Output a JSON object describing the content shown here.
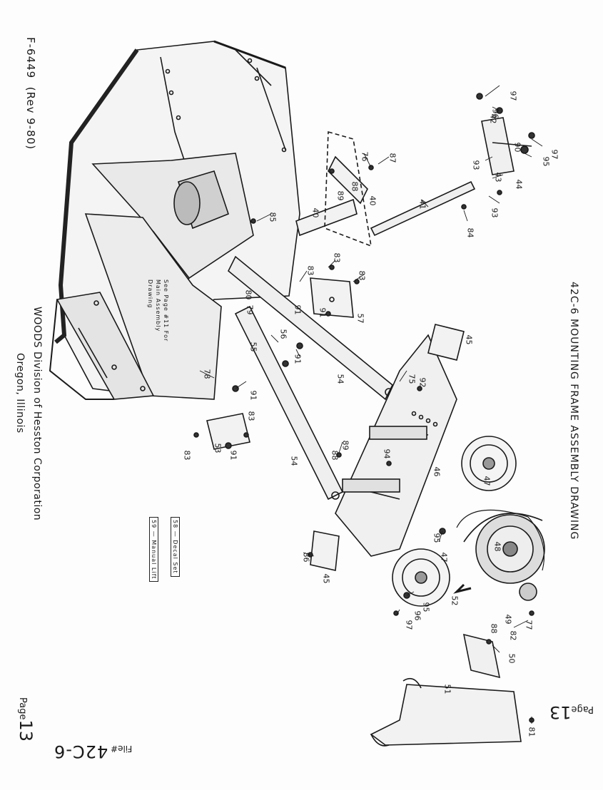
{
  "document": {
    "form_number": "F-6449",
    "revision": "(Rev 9-80)",
    "title": "42C-6 MOUNTING FRAME ASSEMBLY DRAWING",
    "company_line1": "WOODS Division of Hesston Corporation",
    "company_line2": "Oregon, Illinois",
    "page_label_left": "Page",
    "page_number": "13",
    "page_label_right": "Page",
    "page_number_right": "13",
    "file_label": "File#",
    "file_number": "42C-6",
    "note": "See Page #11 For Main Assembly Drawing",
    "legend": [
      {
        "number": "58",
        "text": "Decal Set"
      },
      {
        "number": "59",
        "text": "Manual Lift"
      }
    ]
  },
  "part_numbers": [
    "40",
    "40",
    "41",
    "42",
    "43",
    "44",
    "45",
    "45",
    "46",
    "47",
    "47",
    "48",
    "49",
    "50",
    "51",
    "52",
    "53",
    "54",
    "54",
    "55",
    "56",
    "57",
    "75",
    "76",
    "77",
    "78",
    "79",
    "80",
    "81",
    "82",
    "83",
    "83",
    "83",
    "83",
    "83",
    "84",
    "85",
    "86",
    "87",
    "88",
    "88",
    "88",
    "89",
    "89",
    "90",
    "91",
    "91",
    "91",
    "91",
    "91",
    "92",
    "93",
    "93",
    "94",
    "95",
    "95",
    "95",
    "96",
    "96",
    "97",
    "97",
    "97"
  ]
}
